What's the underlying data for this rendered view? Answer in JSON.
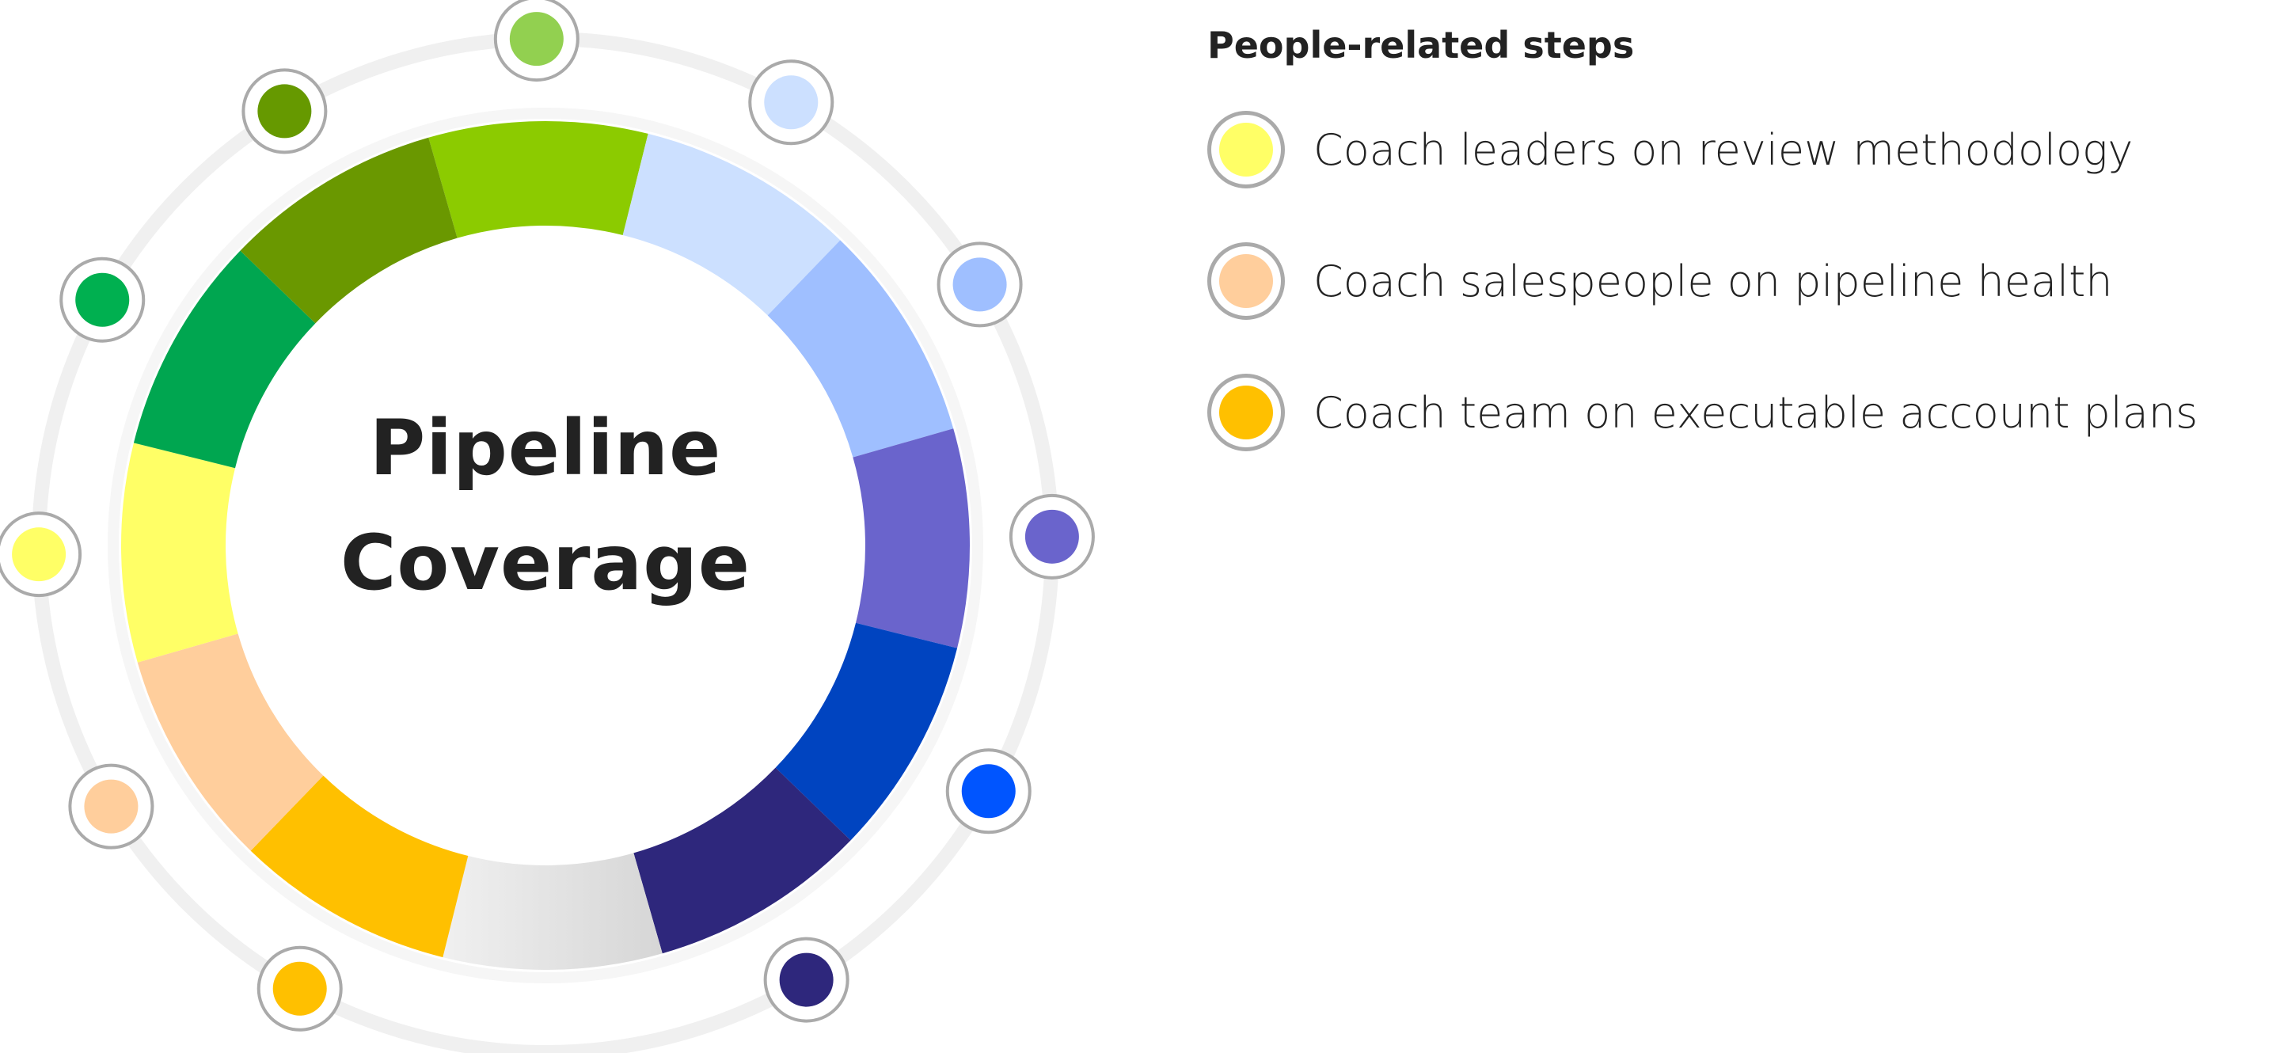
{
  "diagram": {
    "center_title_line1": "Pipeline",
    "center_title_line2": "Coverage",
    "segments": [
      {
        "color": "#8ccb00",
        "dot": "#92d050"
      },
      {
        "color": "#cce0ff",
        "dot": "#cce0ff"
      },
      {
        "color": "#9fbfff",
        "dot": "#9fbfff"
      },
      {
        "color": "#6a64cc",
        "dot": "#6a64cc"
      },
      {
        "color": "#0044c0",
        "dot": "#0055ff"
      },
      {
        "color": "#2e277c",
        "dot": "#2e277c"
      },
      {
        "color": "gray-gradient",
        "dot": null
      },
      {
        "color": "#ffc000",
        "dot": "#ffc000"
      },
      {
        "color": "#ffce9c",
        "dot": "#ffce9c"
      },
      {
        "color": "#ffff66",
        "dot": "#ffff66"
      },
      {
        "color": "#00a650",
        "dot": "#00b050"
      },
      {
        "color": "#6a9800",
        "dot": "#669900"
      }
    ]
  },
  "legend": {
    "title": "People-related steps",
    "items": [
      {
        "label": "Coach leaders on review methodology",
        "color": "#ffff66"
      },
      {
        "label": "Coach salespeople on pipeline health",
        "color": "#ffce9c"
      },
      {
        "label": "Coach team on executable account plans",
        "color": "#ffc000"
      }
    ]
  }
}
